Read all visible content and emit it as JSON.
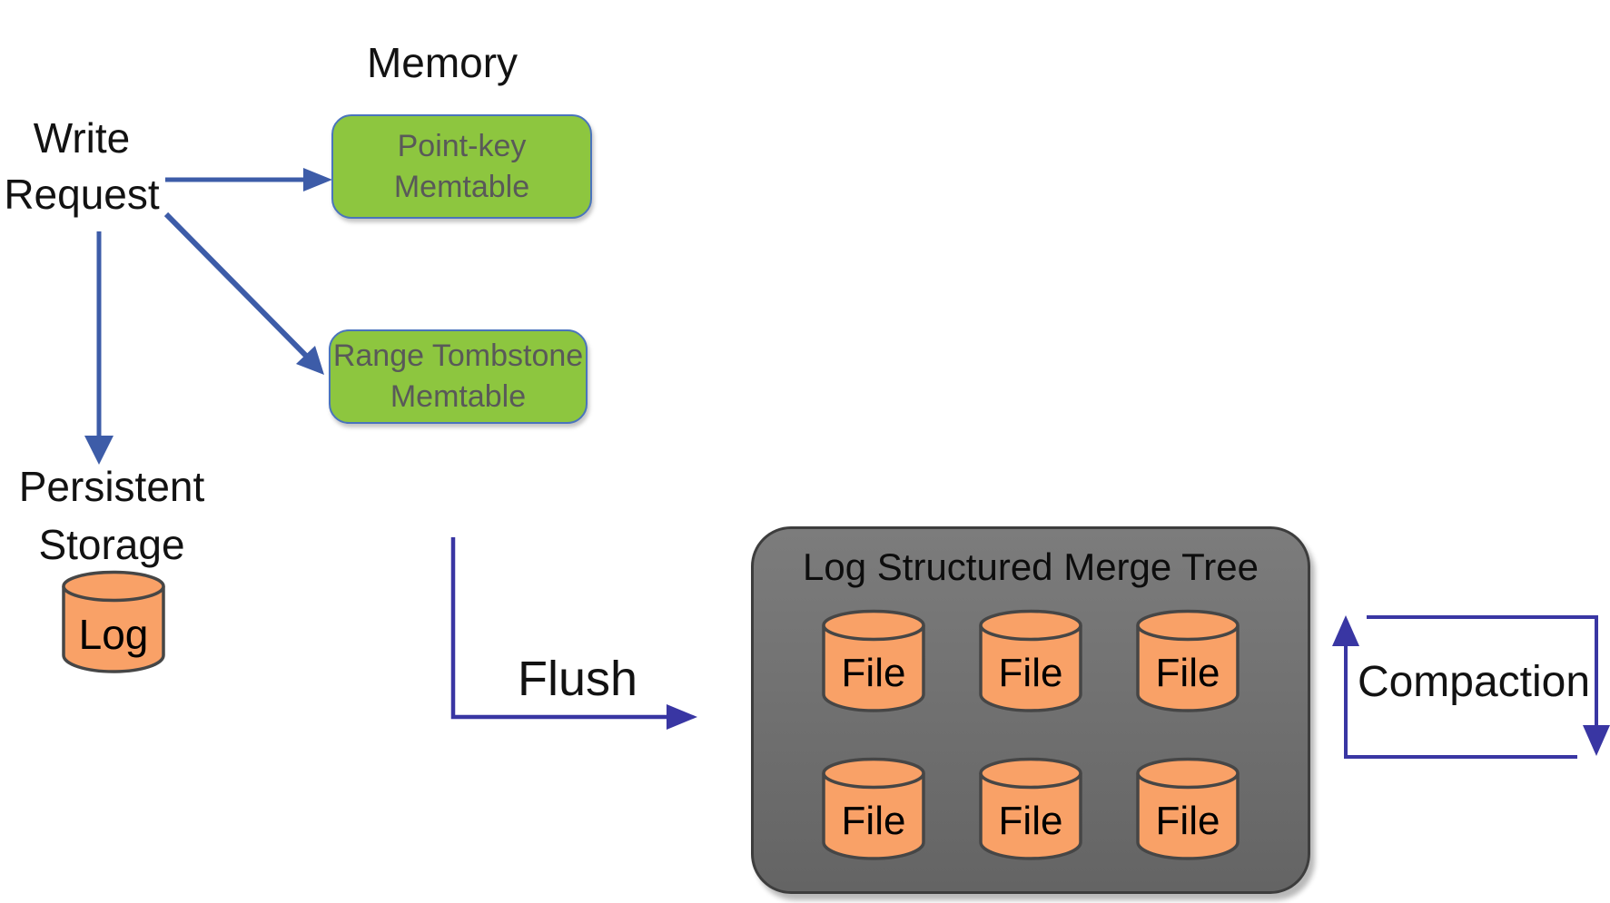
{
  "labels": {
    "memory": "Memory",
    "write_request": "Write\nRequest",
    "persistent_storage": "Persistent\nStorage",
    "log": "Log",
    "flush": "Flush",
    "compaction": "Compaction"
  },
  "memtables": {
    "point_key": "Point-key\nMemtable",
    "range_tombstone": "Range Tombstone\nMemtable"
  },
  "lsm": {
    "title": "Log Structured Merge Tree",
    "files": [
      "File",
      "File",
      "File",
      "File",
      "File",
      "File"
    ]
  },
  "colors": {
    "memtable_green": "#8DC63F",
    "memtable_border_blue": "#4A74BD",
    "memtable_text_gray": "#595959",
    "cylinder_orange": "#F9A167",
    "cylinder_outline": "#464646",
    "lsm_gray": "#6F6F6F",
    "lsm_border": "#3D3D3D",
    "arrow_steel_blue": "#3D5CA8",
    "arrow_indigo": "#3936A3",
    "text_black": "#121212"
  }
}
